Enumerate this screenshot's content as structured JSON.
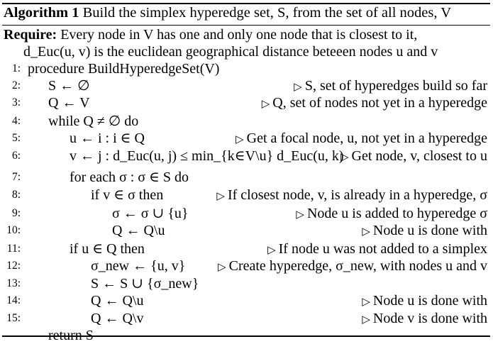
{
  "caption": {
    "label": "Algorithm 1",
    "text": "Build the simplex hyperedge set, S, from the set of all nodes, V"
  },
  "require": {
    "label": "Require:",
    "line1": "Every node in V has one and only one node that is closest to it,",
    "line2": "d_Euc(u, v) is the euclidean geographical distance beteeen nodes u and v"
  },
  "lines": [
    {
      "num": "1:",
      "code": "procedure BuildHyperedgeSet(V)",
      "comment": ""
    },
    {
      "num": "2:",
      "code": "S ← ∅",
      "comment": "S, set of hyperedges build so far"
    },
    {
      "num": "3:",
      "code": "Q ← V",
      "comment": "Q, set of nodes not yet in a hyperedge"
    },
    {
      "num": "4:",
      "code": "while Q ≠ ∅ do",
      "comment": ""
    },
    {
      "num": "5:",
      "code": "u ← i : i ∈ Q",
      "comment": "Get a focal node, u, not yet in a hyperedge"
    },
    {
      "num": "6:",
      "code": "v ← j : d_Euc(u, j) ≤ min_{k∈V\\u} d_Euc(u, k)",
      "comment": "Get node, v, closest to u"
    },
    {
      "num": "7:",
      "code": "for each σ : σ ∈ S do",
      "comment": ""
    },
    {
      "num": "8:",
      "code": "if v ∈ σ then",
      "comment": "If closest node, v, is already in a hyperedge, σ"
    },
    {
      "num": "9:",
      "code": "σ ← σ ∪ {u}",
      "comment": "Node u is added to hyperedge σ"
    },
    {
      "num": "10:",
      "code": "Q ← Q\\u",
      "comment": "Node u is done with"
    },
    {
      "num": "11:",
      "code": "if u ∈ Q then",
      "comment": "If node u was not added to a simplex"
    },
    {
      "num": "12:",
      "code": "σ_new ← {u, v}",
      "comment": "Create hyperedge, σ_new, with nodes u and v"
    },
    {
      "num": "13:",
      "code": "S ← S ∪ {σ_new}",
      "comment": ""
    },
    {
      "num": "14:",
      "code": "Q ← Q\\u",
      "comment": "Node u is done with"
    },
    {
      "num": "15:",
      "code": "Q ← Q\\v",
      "comment": "Node v is done with"
    },
    {
      "num": "",
      "code": "return S",
      "comment": ""
    }
  ]
}
